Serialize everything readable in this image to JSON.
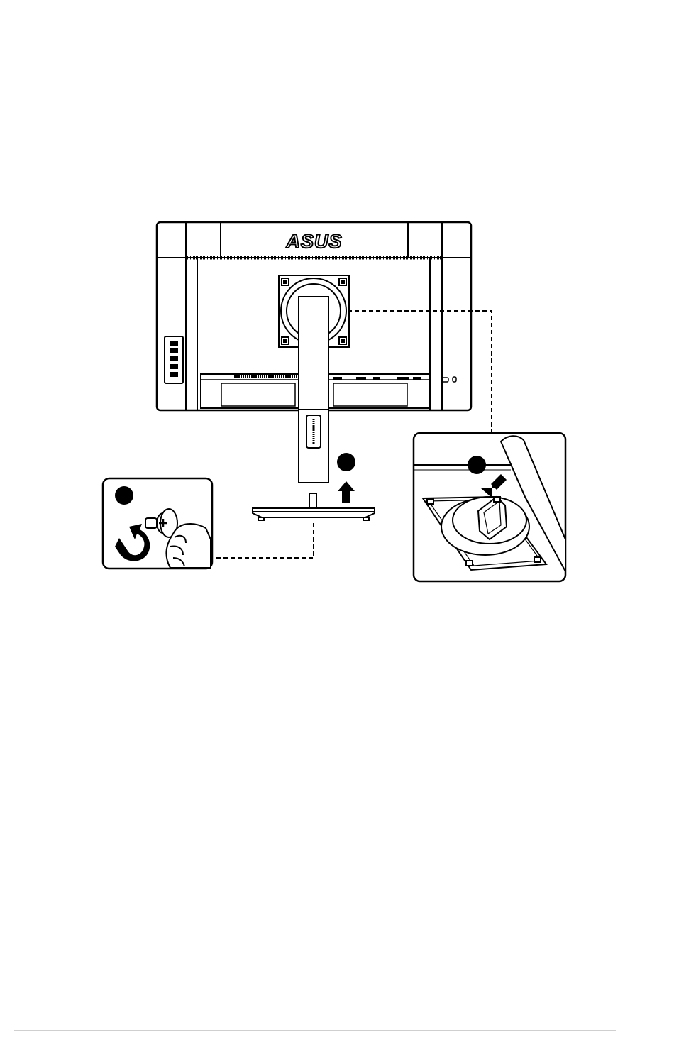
{
  "document": {
    "figure": {
      "brand_logo": "ASUS",
      "callouts": [
        {
          "label": "",
          "action": "unscrew-base-screw"
        },
        {
          "label": "",
          "action": "lift-stand"
        },
        {
          "label": "",
          "action": "remove-from-hinge-mount"
        }
      ],
      "icons": [
        "monitor-rear-icon",
        "stand-base-icon",
        "screw-hand-icon",
        "vesa-mount-icon",
        "arrow-up-icon",
        "arrow-down-left-icon",
        "rotate-arrow-icon"
      ]
    }
  }
}
